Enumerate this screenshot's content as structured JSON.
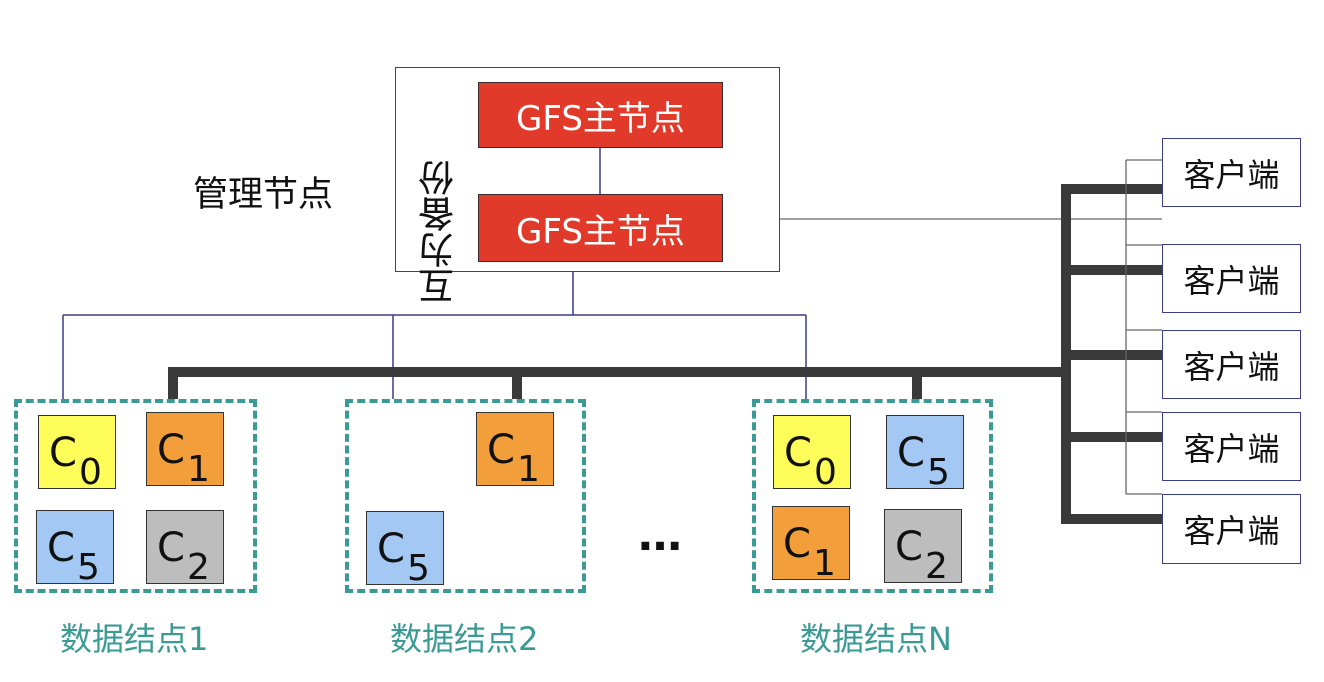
{
  "management": {
    "label": "管理节点",
    "backup_label": "互为备份",
    "master1": "GFS主节点",
    "master2": "GFS主节点"
  },
  "data_nodes": [
    {
      "label": "数据结点1",
      "chunks": [
        {
          "name": "C",
          "sub": "0",
          "color": "#fdfc58"
        },
        {
          "name": "C",
          "sub": "1",
          "color": "#f29e3a"
        },
        {
          "name": "C",
          "sub": "5",
          "color": "#a3c8f4"
        },
        {
          "name": "C",
          "sub": "2",
          "color": "#bdbdbd"
        }
      ]
    },
    {
      "label": "数据结点2",
      "chunks": [
        {
          "name": "C",
          "sub": "1",
          "color": "#f29e3a"
        },
        {
          "name": "C",
          "sub": "5",
          "color": "#a3c8f4"
        }
      ]
    },
    {
      "label": "数据结点N",
      "chunks": [
        {
          "name": "C",
          "sub": "0",
          "color": "#fdfc58"
        },
        {
          "name": "C",
          "sub": "5",
          "color": "#a3c8f4"
        },
        {
          "name": "C",
          "sub": "1",
          "color": "#f29e3a"
        },
        {
          "name": "C",
          "sub": "2",
          "color": "#bdbdbd"
        }
      ]
    }
  ],
  "ellipsis": "…",
  "clients": [
    "客户端",
    "客户端",
    "客户端",
    "客户端",
    "客户端"
  ],
  "colors": {
    "master_fill": "#e23a2a",
    "node_border": "#3c9a95",
    "connector_thin": "#3b3c8a",
    "bus_thick": "#3a3a3a"
  }
}
